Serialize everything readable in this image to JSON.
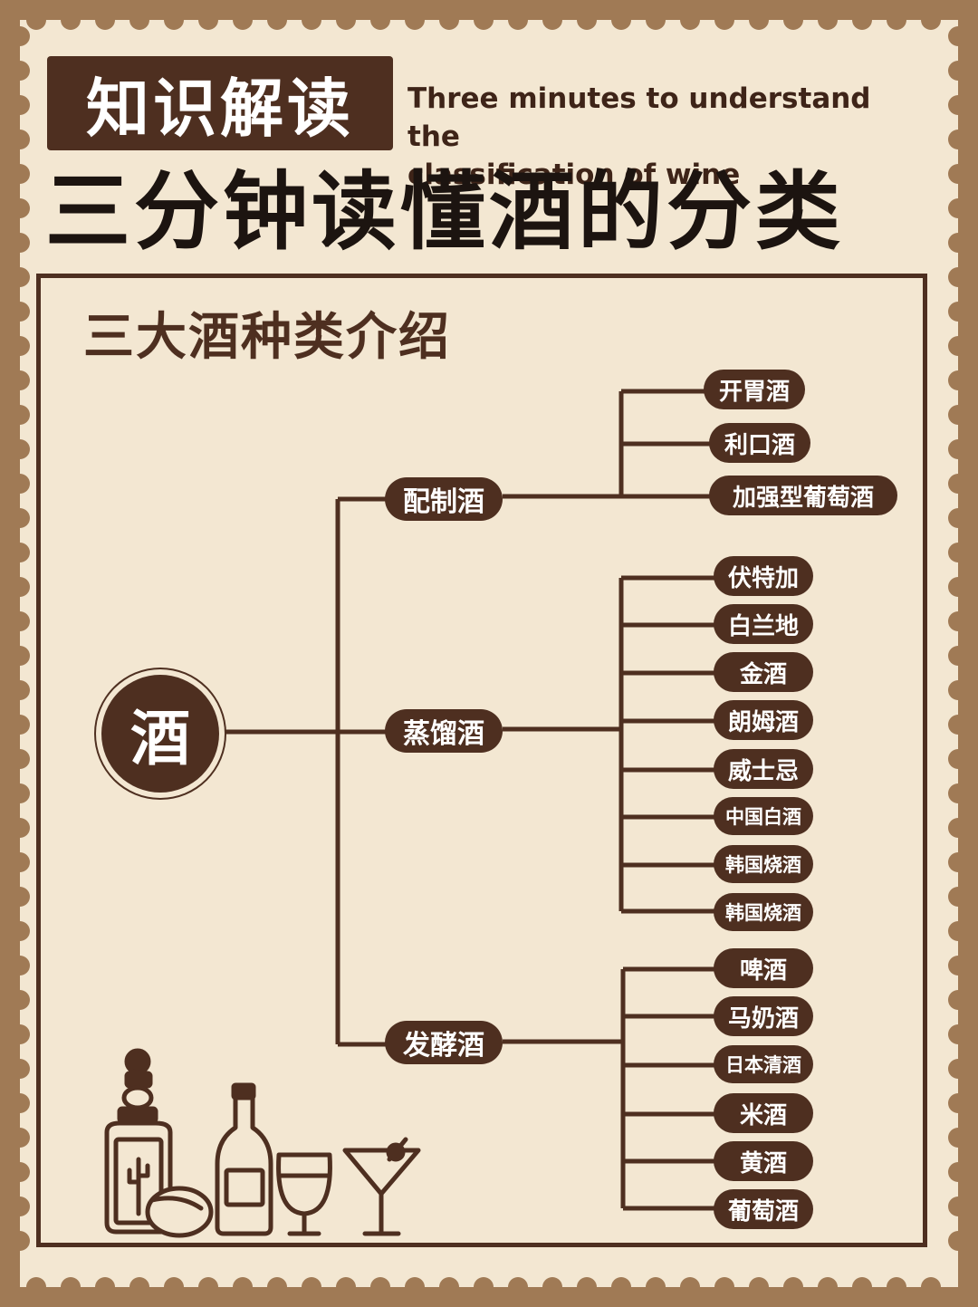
{
  "header": {
    "badge": "知识解读",
    "subtitle_en_line1": "Three minutes to understand the",
    "subtitle_en_line2": "classification of wine",
    "main_title": "三分钟读懂酒的分类"
  },
  "section": {
    "title": "三大酒种类介绍"
  },
  "tree": {
    "root": "酒",
    "branches": [
      {
        "label": "配制酒",
        "leaves": [
          "开胃酒",
          "利口酒",
          "加强型葡萄酒"
        ]
      },
      {
        "label": "蒸馏酒",
        "leaves": [
          "伏特加",
          "白兰地",
          "金酒",
          "朗姆酒",
          "威士忌",
          "中国白酒",
          "韩国烧酒",
          "韩国烧酒"
        ]
      },
      {
        "label": "发酵酒",
        "leaves": [
          "啤酒",
          "马奶酒",
          "日本清酒",
          "米酒",
          "黄酒",
          "葡萄酒"
        ]
      }
    ]
  },
  "colors": {
    "brown": "#4e2f20",
    "paper": "#f3e7d2",
    "outer": "#a07a55"
  },
  "icons": [
    "cactus-bottle-icon",
    "lemon-icon",
    "wine-bottle-icon",
    "wine-glass-icon",
    "cocktail-glass-icon"
  ]
}
